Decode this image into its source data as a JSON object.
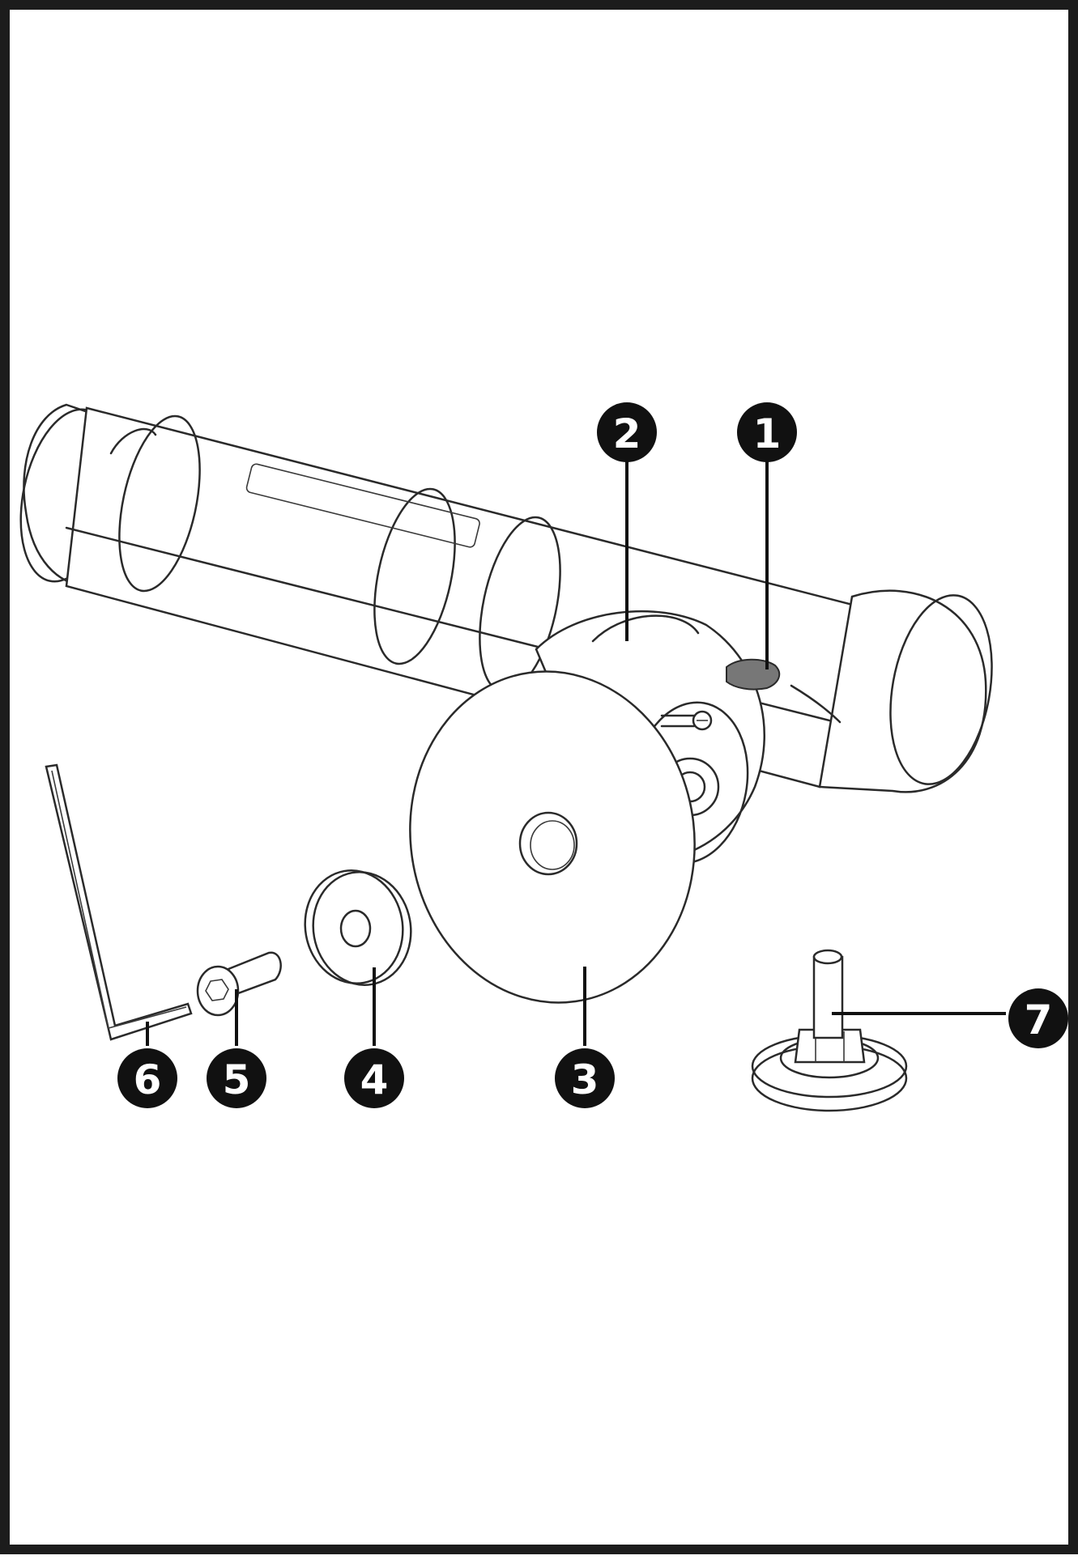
{
  "diagram": {
    "callouts": [
      {
        "id": "1",
        "label": "1"
      },
      {
        "id": "2",
        "label": "2"
      },
      {
        "id": "3",
        "label": "3"
      },
      {
        "id": "4",
        "label": "4"
      },
      {
        "id": "5",
        "label": "5"
      },
      {
        "id": "6",
        "label": "6"
      },
      {
        "id": "7",
        "label": "7"
      }
    ]
  },
  "colors": {
    "frame": "#1c1c1c",
    "line": "#2a2a2a",
    "badge": "#111111",
    "badge_text": "#ffffff",
    "background": "#ffffff"
  }
}
